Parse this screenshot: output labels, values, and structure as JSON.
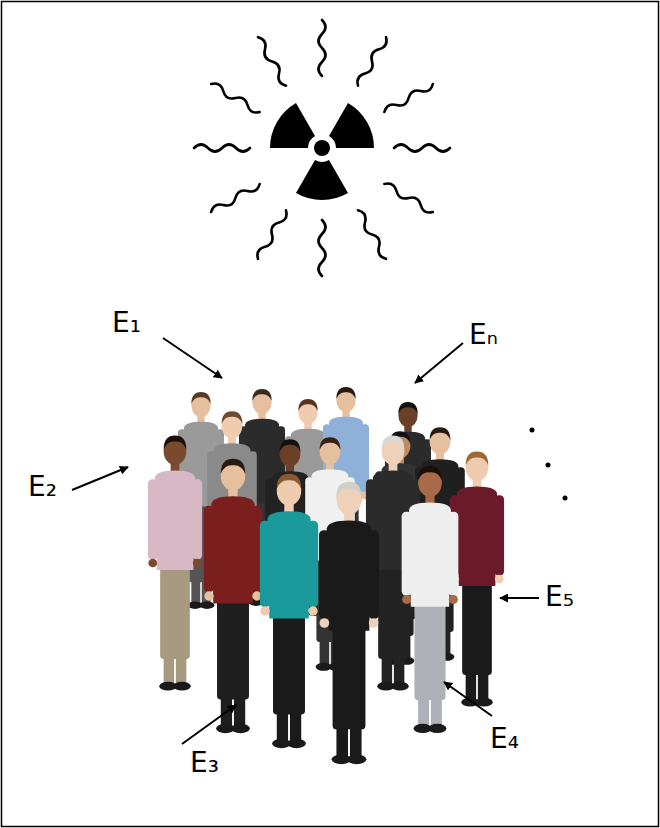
{
  "diagram": {
    "labels": [
      "E₁",
      "Eₙ",
      "E₂",
      "E₅",
      "E₃",
      "E₄"
    ]
  }
}
